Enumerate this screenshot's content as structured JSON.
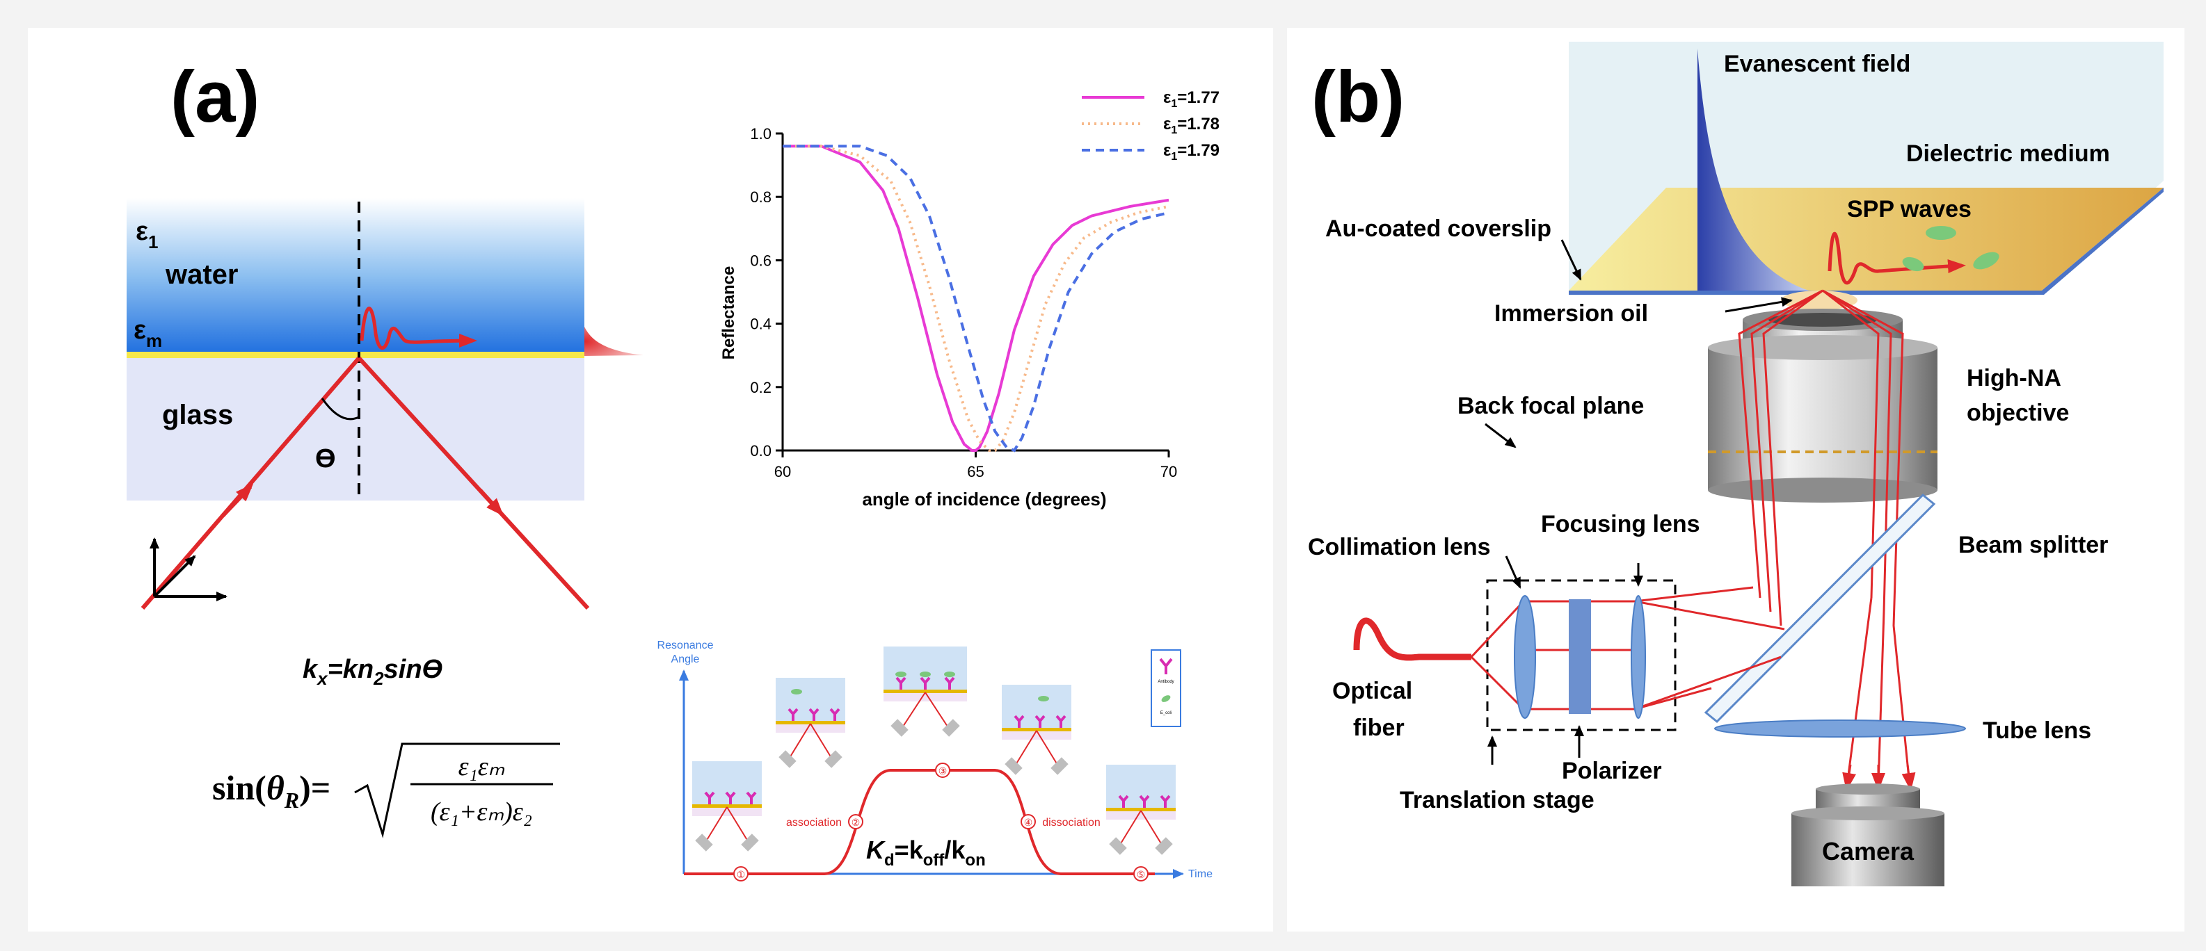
{
  "panel_a": {
    "label": "(a)",
    "prism": {
      "eps1": "ε",
      "eps1_sub": "1",
      "water": "water",
      "epsm": "ε",
      "epsm_sub": "m",
      "glass": "glass",
      "theta": "ϴ"
    },
    "equations": {
      "kx_k": "k",
      "kx_sub": "x",
      "kx_mid": "=kn",
      "kx_sub2": "2",
      "kx_end": "sinϴ",
      "sin_lhs": "sin(",
      "sin_theta": "θ",
      "sin_sub": "R",
      "sin_close": ")=",
      "numerator": "ε₁εₘ",
      "denominator": "(ε₁+εₘ)ε₂"
    },
    "kinetics": {
      "y_label_1": "Resonance",
      "y_label_2": "Angle",
      "x_label": "Time",
      "association": "association",
      "dissociation": "dissociation",
      "kd_k": "K",
      "kd_sub": "d",
      "kd_eq": "=k",
      "kd_off": "off",
      "kd_slash": "/k",
      "kd_on": "on",
      "legend_antibody": "Antibody",
      "legend_antigen": "E_coli",
      "steps": [
        "①",
        "②",
        "③",
        "④",
        "⑤"
      ]
    }
  },
  "panel_b": {
    "label": "(b)",
    "labels": {
      "evanescent": "Evanescent field",
      "dielectric": "Dielectric medium",
      "au_coverslip": "Au-coated coverslip",
      "spp": "SPP waves",
      "immersion": "Immersion oil",
      "high_na_1": "High-NA",
      "high_na_2": "objective",
      "back_focal": "Back focal plane",
      "focusing": "Focusing lens",
      "collimation": "Collimation lens",
      "beam_splitter": "Beam splitter",
      "optical_1": "Optical",
      "optical_2": "fiber",
      "tube": "Tube lens",
      "polarizer": "Polarizer",
      "translation": "Translation stage",
      "camera": "Camera"
    }
  },
  "chart_data": {
    "type": "line",
    "title": "",
    "xlabel": "angle of  incidence (degrees)",
    "ylabel": "Reflectance",
    "xlim": [
      60,
      70
    ],
    "ylim": [
      0.0,
      1.0
    ],
    "xticks": [
      60,
      65,
      70
    ],
    "yticks": [
      0.0,
      0.2,
      0.4,
      0.6,
      0.8,
      1.0
    ],
    "legend_position": "top-right",
    "grid": false,
    "series": [
      {
        "name": "ε1=1.77",
        "legend_main": "ε",
        "legend_sub": "1",
        "legend_val": "=1.77",
        "color": "#e83ad4",
        "dash": "solid",
        "x": [
          60.0,
          61.0,
          62.0,
          62.6,
          63.0,
          63.5,
          64.0,
          64.4,
          64.7,
          64.9,
          65.0,
          65.1,
          65.3,
          65.6,
          66.0,
          66.5,
          67.0,
          67.5,
          68.0,
          69.0,
          70.0
        ],
        "y": [
          0.96,
          0.96,
          0.91,
          0.82,
          0.7,
          0.48,
          0.24,
          0.09,
          0.02,
          0.0,
          0.0,
          0.01,
          0.06,
          0.18,
          0.38,
          0.55,
          0.65,
          0.71,
          0.74,
          0.77,
          0.79
        ]
      },
      {
        "name": "ε1=1.78",
        "legend_main": "ε",
        "legend_sub": "1",
        "legend_val": "=1.78",
        "color": "#f7b98a",
        "dash": "dot",
        "x": [
          60.0,
          61.0,
          62.0,
          62.8,
          63.3,
          63.8,
          64.3,
          64.8,
          65.1,
          65.35,
          65.5,
          65.7,
          66.0,
          66.4,
          66.8,
          67.3,
          67.8,
          68.5,
          69.2,
          70.0
        ],
        "y": [
          0.96,
          0.96,
          0.93,
          0.85,
          0.72,
          0.52,
          0.29,
          0.1,
          0.03,
          0.0,
          0.0,
          0.03,
          0.12,
          0.29,
          0.46,
          0.59,
          0.67,
          0.72,
          0.75,
          0.77
        ]
      },
      {
        "name": "ε1=1.79",
        "legend_main": "ε",
        "legend_sub": "1",
        "legend_val": "=1.79",
        "color": "#4a6fe3",
        "dash": "dash",
        "x": [
          60.0,
          61.0,
          62.0,
          62.7,
          63.3,
          63.8,
          64.3,
          64.8,
          65.2,
          65.5,
          65.8,
          66.0,
          66.2,
          66.5,
          66.9,
          67.4,
          68.0,
          68.6,
          69.3,
          70.0
        ],
        "y": [
          0.96,
          0.96,
          0.96,
          0.93,
          0.86,
          0.74,
          0.55,
          0.33,
          0.16,
          0.06,
          0.01,
          0.0,
          0.04,
          0.14,
          0.32,
          0.5,
          0.62,
          0.69,
          0.73,
          0.75
        ]
      }
    ]
  }
}
